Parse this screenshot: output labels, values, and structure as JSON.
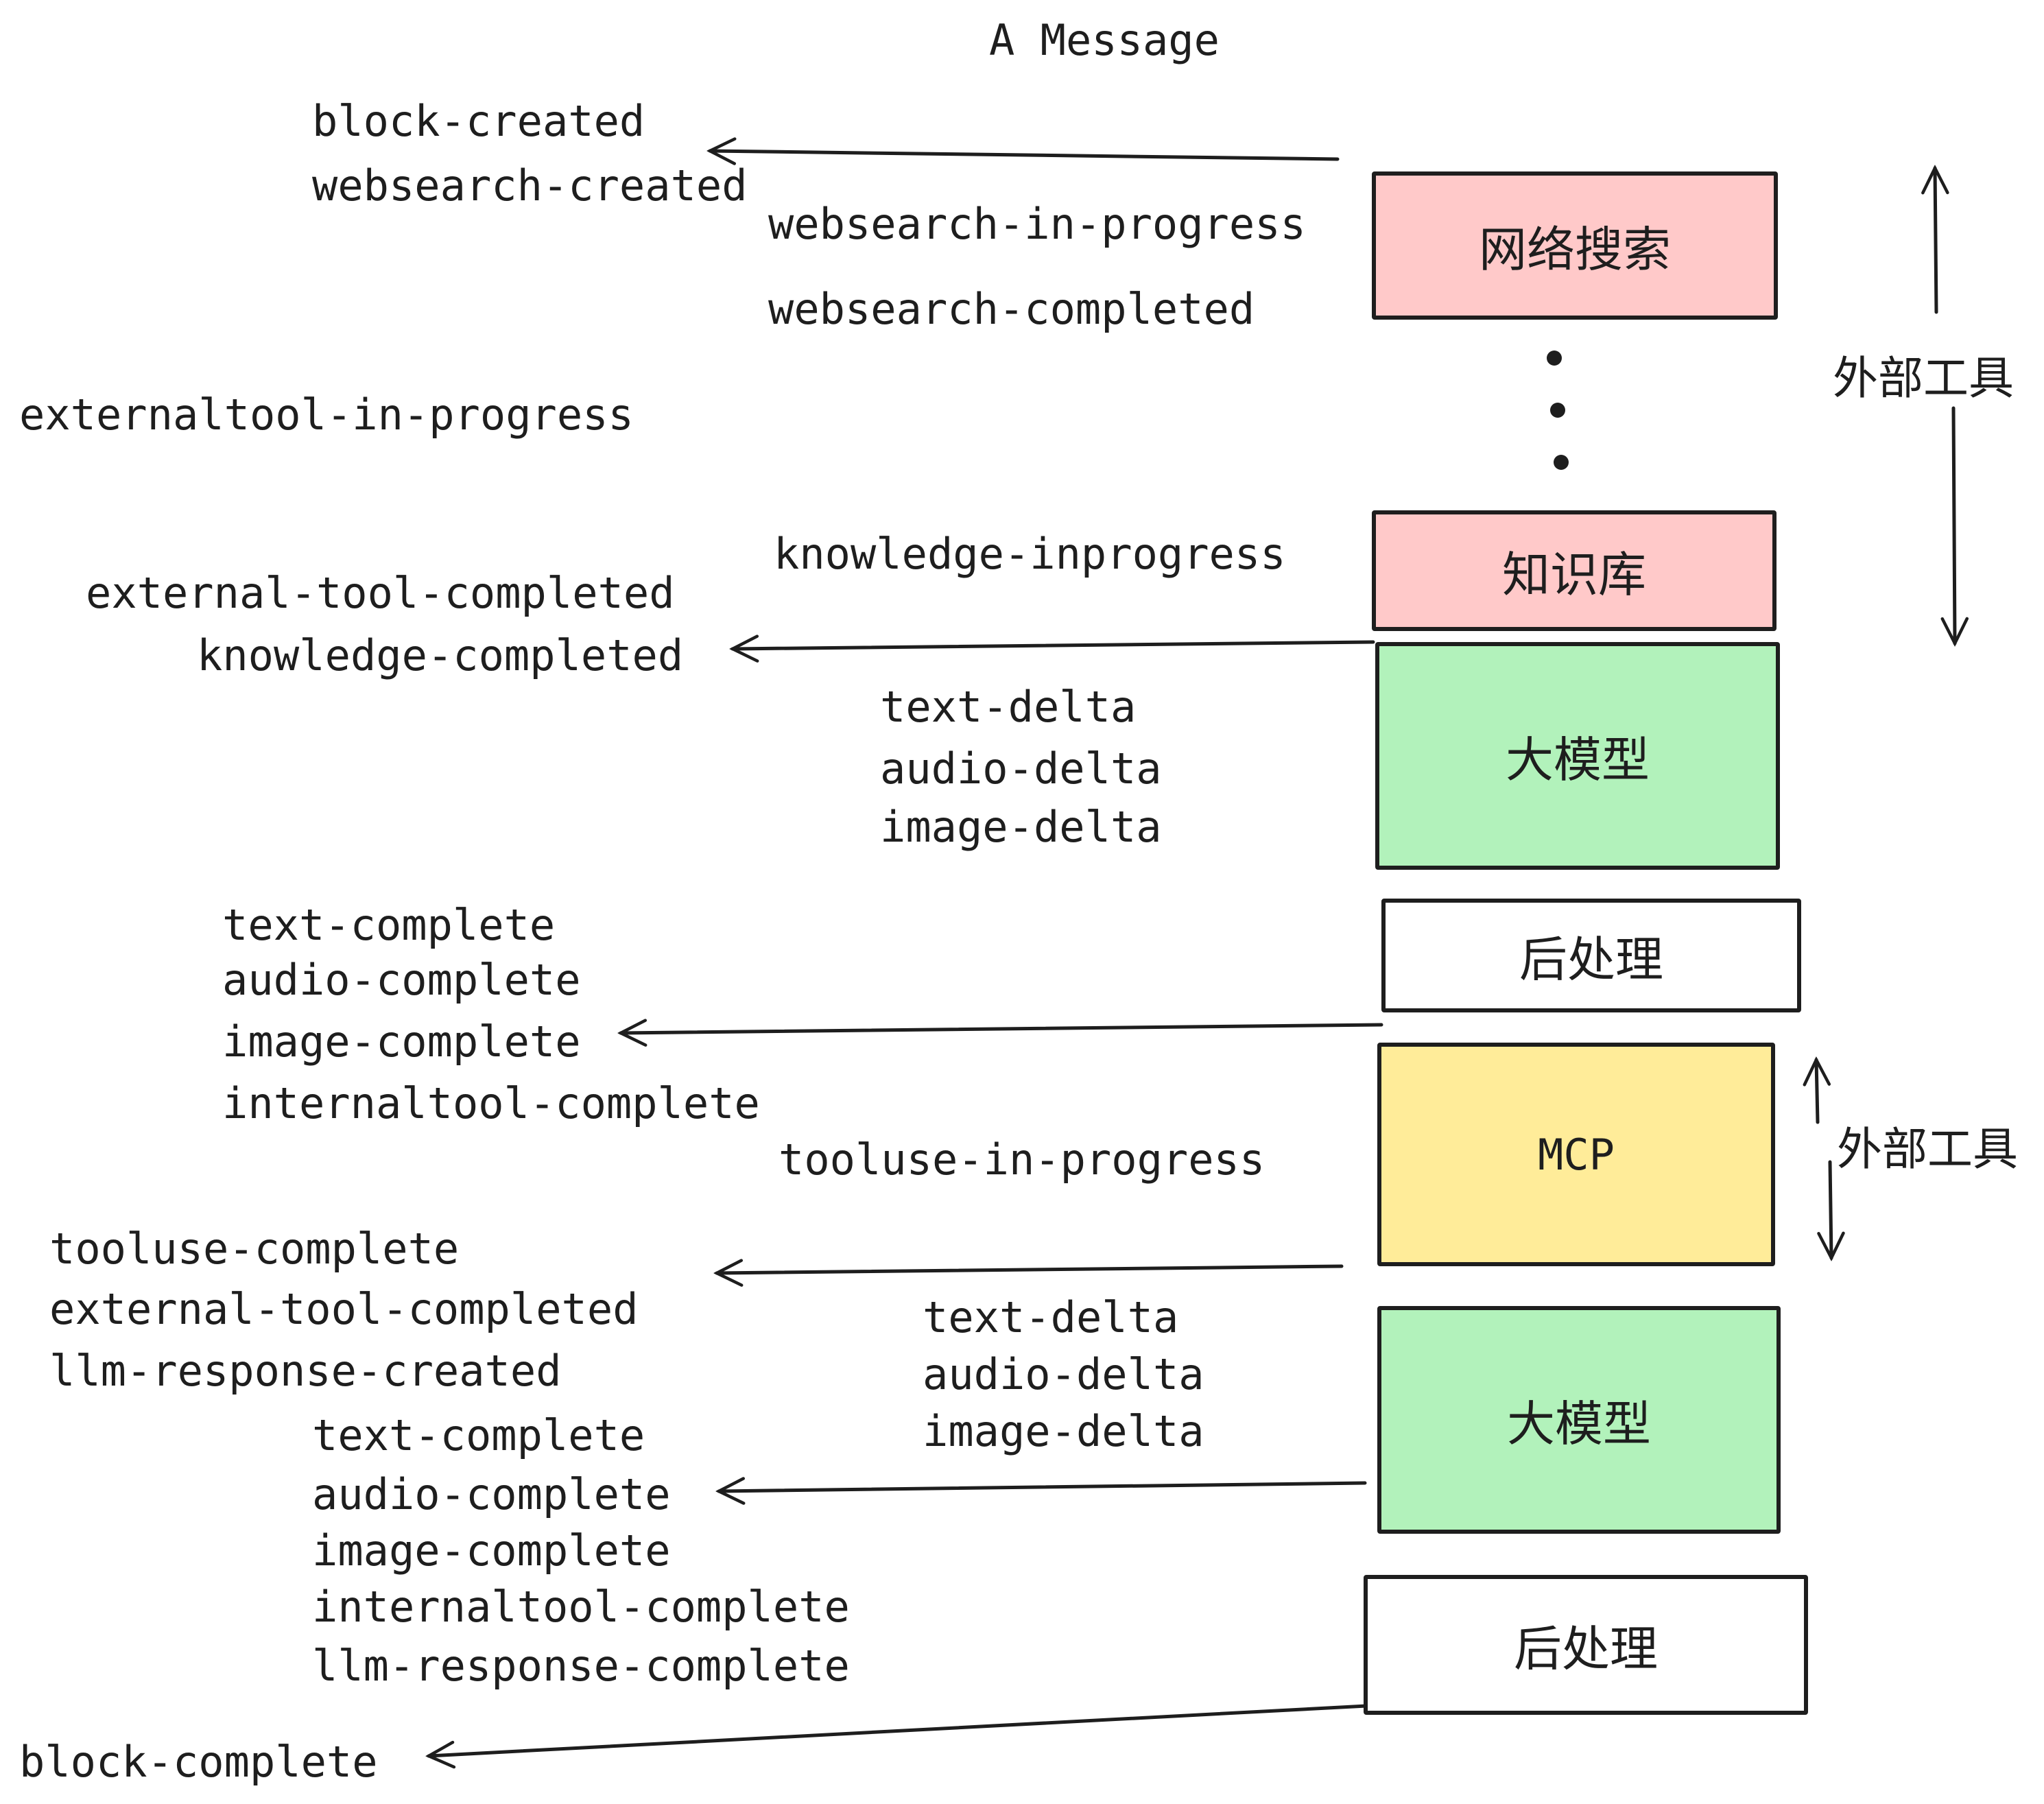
{
  "title": "A Message",
  "events": {
    "block_created": "block-created",
    "websearch_created": "websearch-created",
    "websearch_in_progress": "websearch-in-progress",
    "websearch_completed": "websearch-completed",
    "externaltool_in_progress": "externaltool-in-progress",
    "external_tool_completed": "external-tool-completed",
    "knowledge_inprogress": "knowledge-inprogress",
    "knowledge_completed": "knowledge-completed",
    "text_delta": "text-delta",
    "audio_delta": "audio-delta",
    "image_delta": "image-delta",
    "text_complete": "text-complete",
    "audio_complete": "audio-complete",
    "image_complete": "image-complete",
    "internaltool_complete": "internaltool-complete",
    "tooluse_in_progress": "tooluse-in-progress",
    "tooluse_complete": "tooluse-complete",
    "llm_response_created": "llm-response-created",
    "llm_response_complete": "llm-response-complete",
    "block_complete": "block-complete"
  },
  "boxes": [
    {
      "id": "websearch",
      "label": "网络搜索",
      "color": "#ffc9c9"
    },
    {
      "id": "knowledge",
      "label": "知识库",
      "color": "#ffc9c9"
    },
    {
      "id": "llm1",
      "label": "大模型",
      "color": "#b2f2bb"
    },
    {
      "id": "post1",
      "label": "后处理",
      "color": "#ffffff"
    },
    {
      "id": "mcp",
      "label": "MCP",
      "color": "#ffec99"
    },
    {
      "id": "llm2",
      "label": "大模型",
      "color": "#b2f2bb"
    },
    {
      "id": "post2",
      "label": "后处理",
      "color": "#ffffff"
    }
  ],
  "annotations": {
    "external_tool_top": "外部工具",
    "external_tool_bottom": "外部工具"
  },
  "colors": {
    "pink": "#ffc9c9",
    "green": "#b2f2bb",
    "yellow": "#ffec99",
    "white": "#ffffff",
    "ink": "#1e1e1e"
  }
}
